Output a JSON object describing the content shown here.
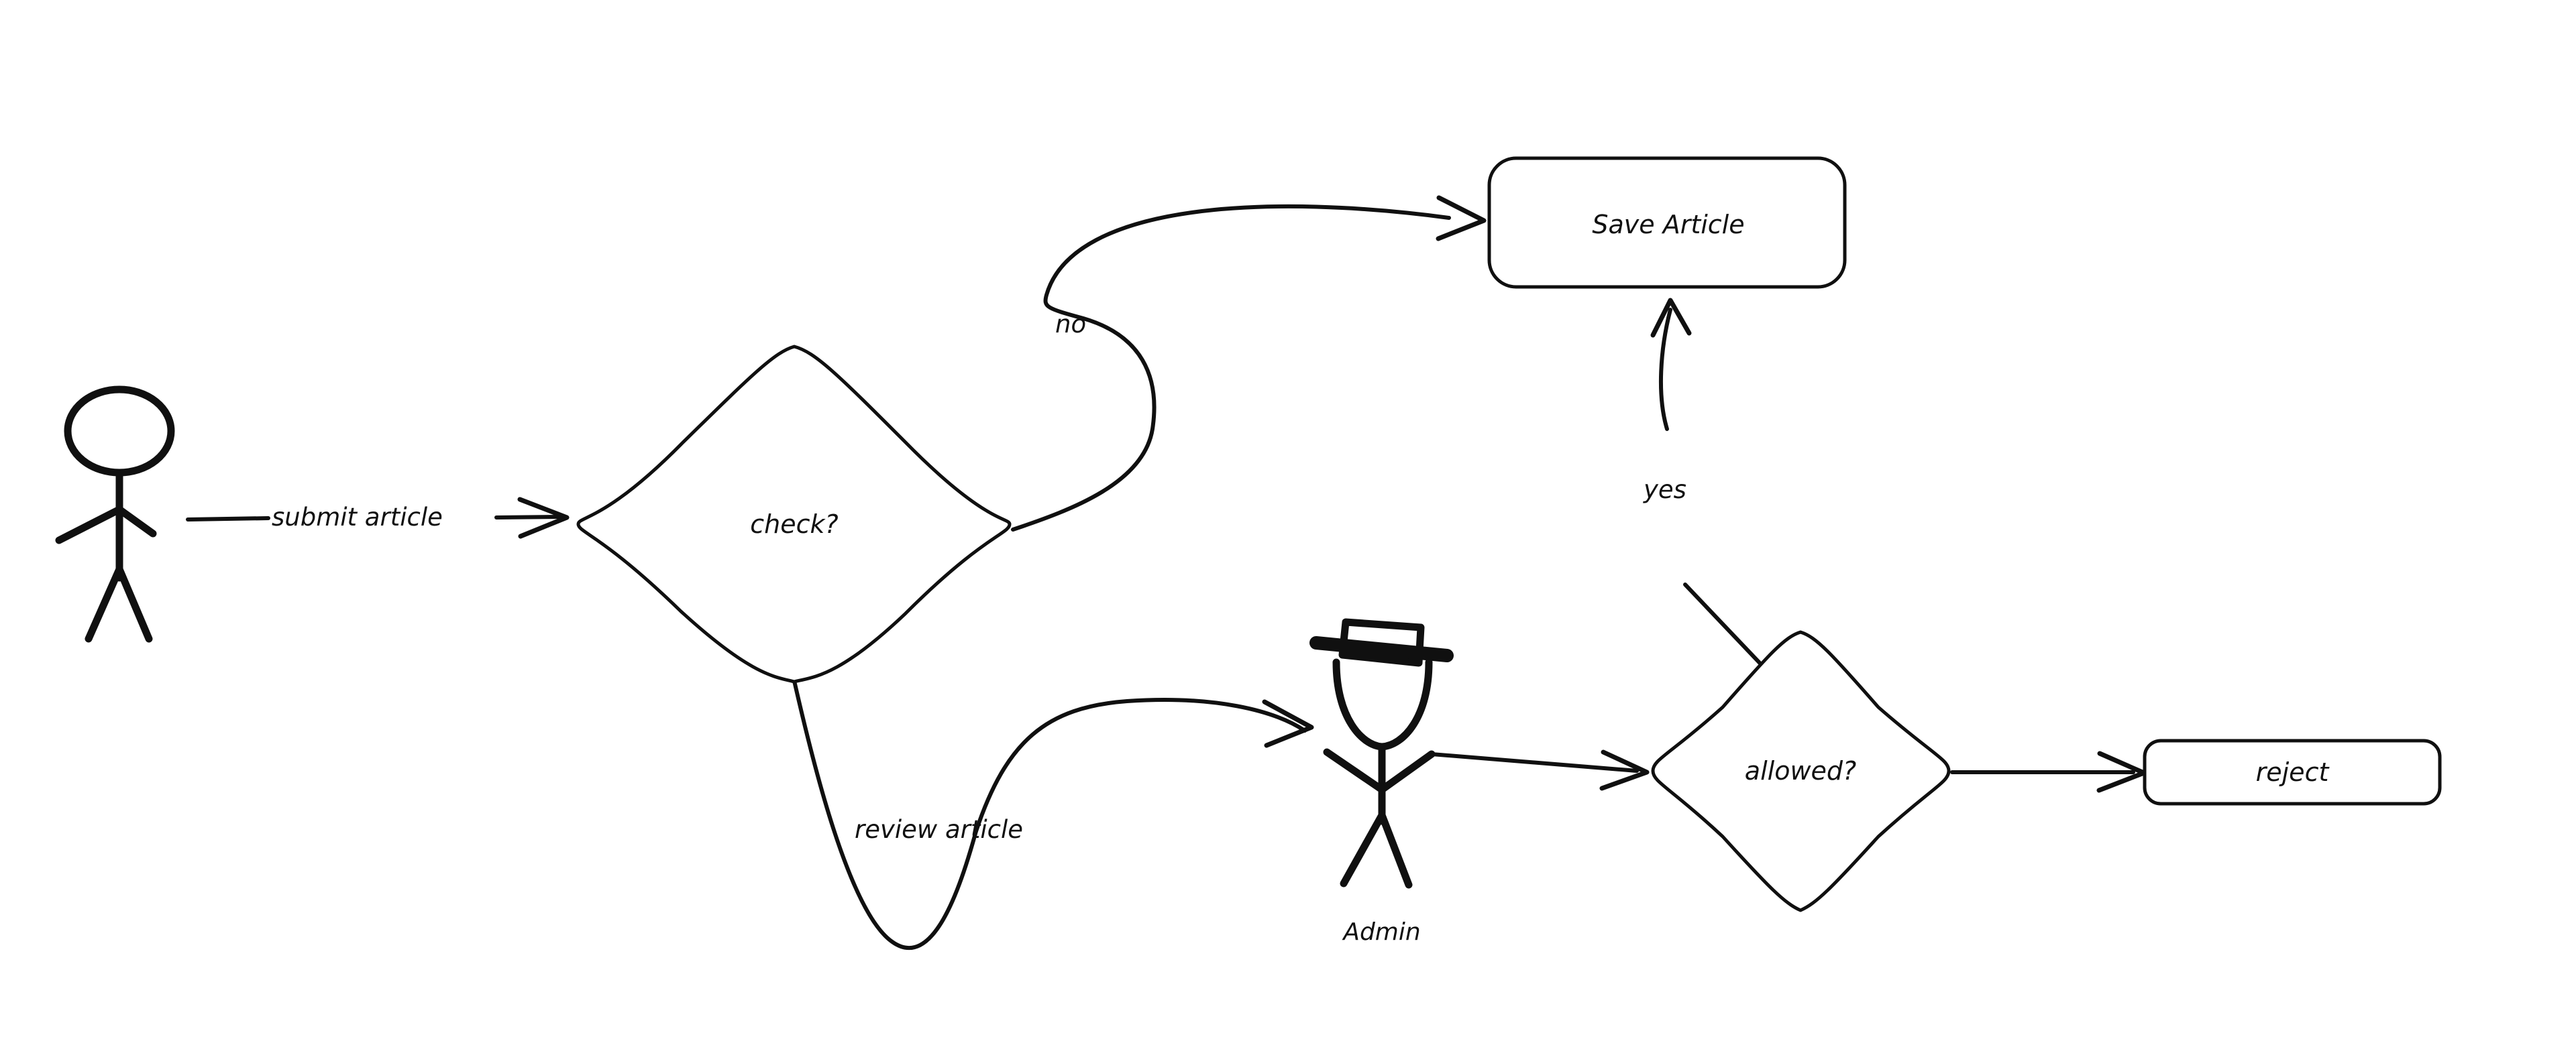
{
  "diagram": {
    "title": "Article submission review flowchart",
    "background_color": "#ffffff",
    "stroke_color": "#101010",
    "style": "hand-drawn"
  },
  "nodes": {
    "user_actor": {
      "label": "",
      "type": "stick-figure"
    },
    "check_decision": {
      "label": "check?",
      "type": "diamond"
    },
    "save_article": {
      "label": "Save Article",
      "type": "rounded-rectangle"
    },
    "admin_actor": {
      "label": "Admin",
      "type": "stick-figure-with-hat"
    },
    "allowed_decision": {
      "label": "allowed?",
      "type": "diamond"
    },
    "reject": {
      "label": "reject",
      "type": "rounded-rectangle"
    }
  },
  "edges": {
    "submit": {
      "label": "submit article"
    },
    "no_branch": {
      "label": "no"
    },
    "review": {
      "label": "review article"
    },
    "admin_to_allowed": {
      "label": ""
    },
    "yes_branch": {
      "label": "yes"
    },
    "allowed_to_reject": {
      "label": ""
    }
  }
}
